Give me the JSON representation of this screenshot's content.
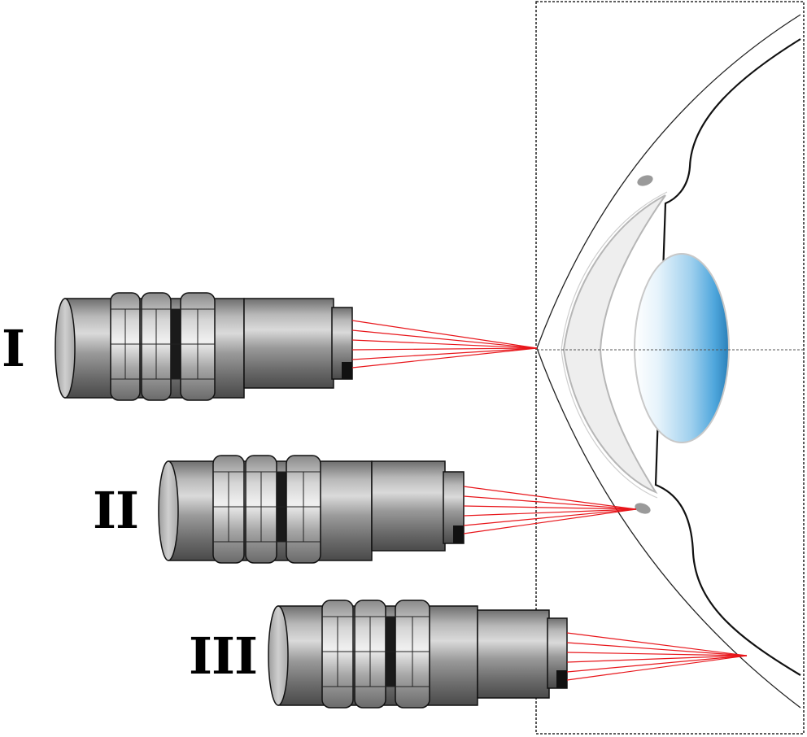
{
  "labels": {
    "camera_1": "I",
    "camera_2": "II",
    "camera_3": "III"
  },
  "colors": {
    "beam": "#e8161b",
    "cornea_fill": "#f4f4f4",
    "lens_blue": "#3a9bd5",
    "camera_metal": "#8a8a8a",
    "frame": "#000000"
  }
}
